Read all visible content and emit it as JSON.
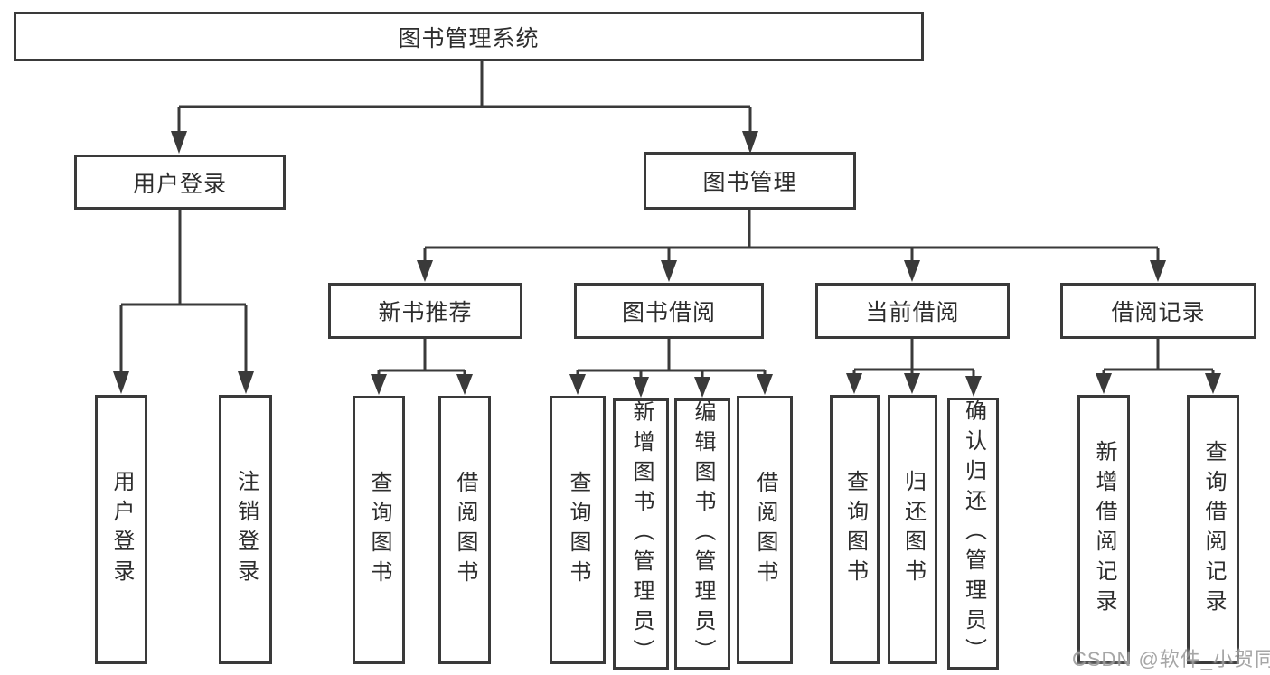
{
  "diagram": {
    "title": "图书管理系统",
    "branches": [
      {
        "label": "用户登录",
        "children": [
          "用户登录",
          "注销登录"
        ]
      },
      {
        "label": "图书管理",
        "children": [
          {
            "label": "新书推荐",
            "children": [
              "查询图书",
              "借阅图书"
            ]
          },
          {
            "label": "图书借阅",
            "children": [
              "查询图书",
              "新增图书（管理员）",
              "编辑图书（管理员）",
              "借阅图书"
            ]
          },
          {
            "label": "当前借阅",
            "children": [
              "查询图书",
              "归还图书",
              "确认归还（管理员）"
            ]
          },
          {
            "label": "借阅记录",
            "children": [
              "新增借阅记录",
              "查询借阅记录"
            ]
          }
        ]
      }
    ],
    "watermark": "CSDN @软件_小贺同学",
    "colors": {
      "line": "#3a3a3a",
      "box_border": "#3a3a3a",
      "text": "#2d2d2d",
      "watermark_text": "#969696",
      "background": "#ffffff"
    }
  }
}
